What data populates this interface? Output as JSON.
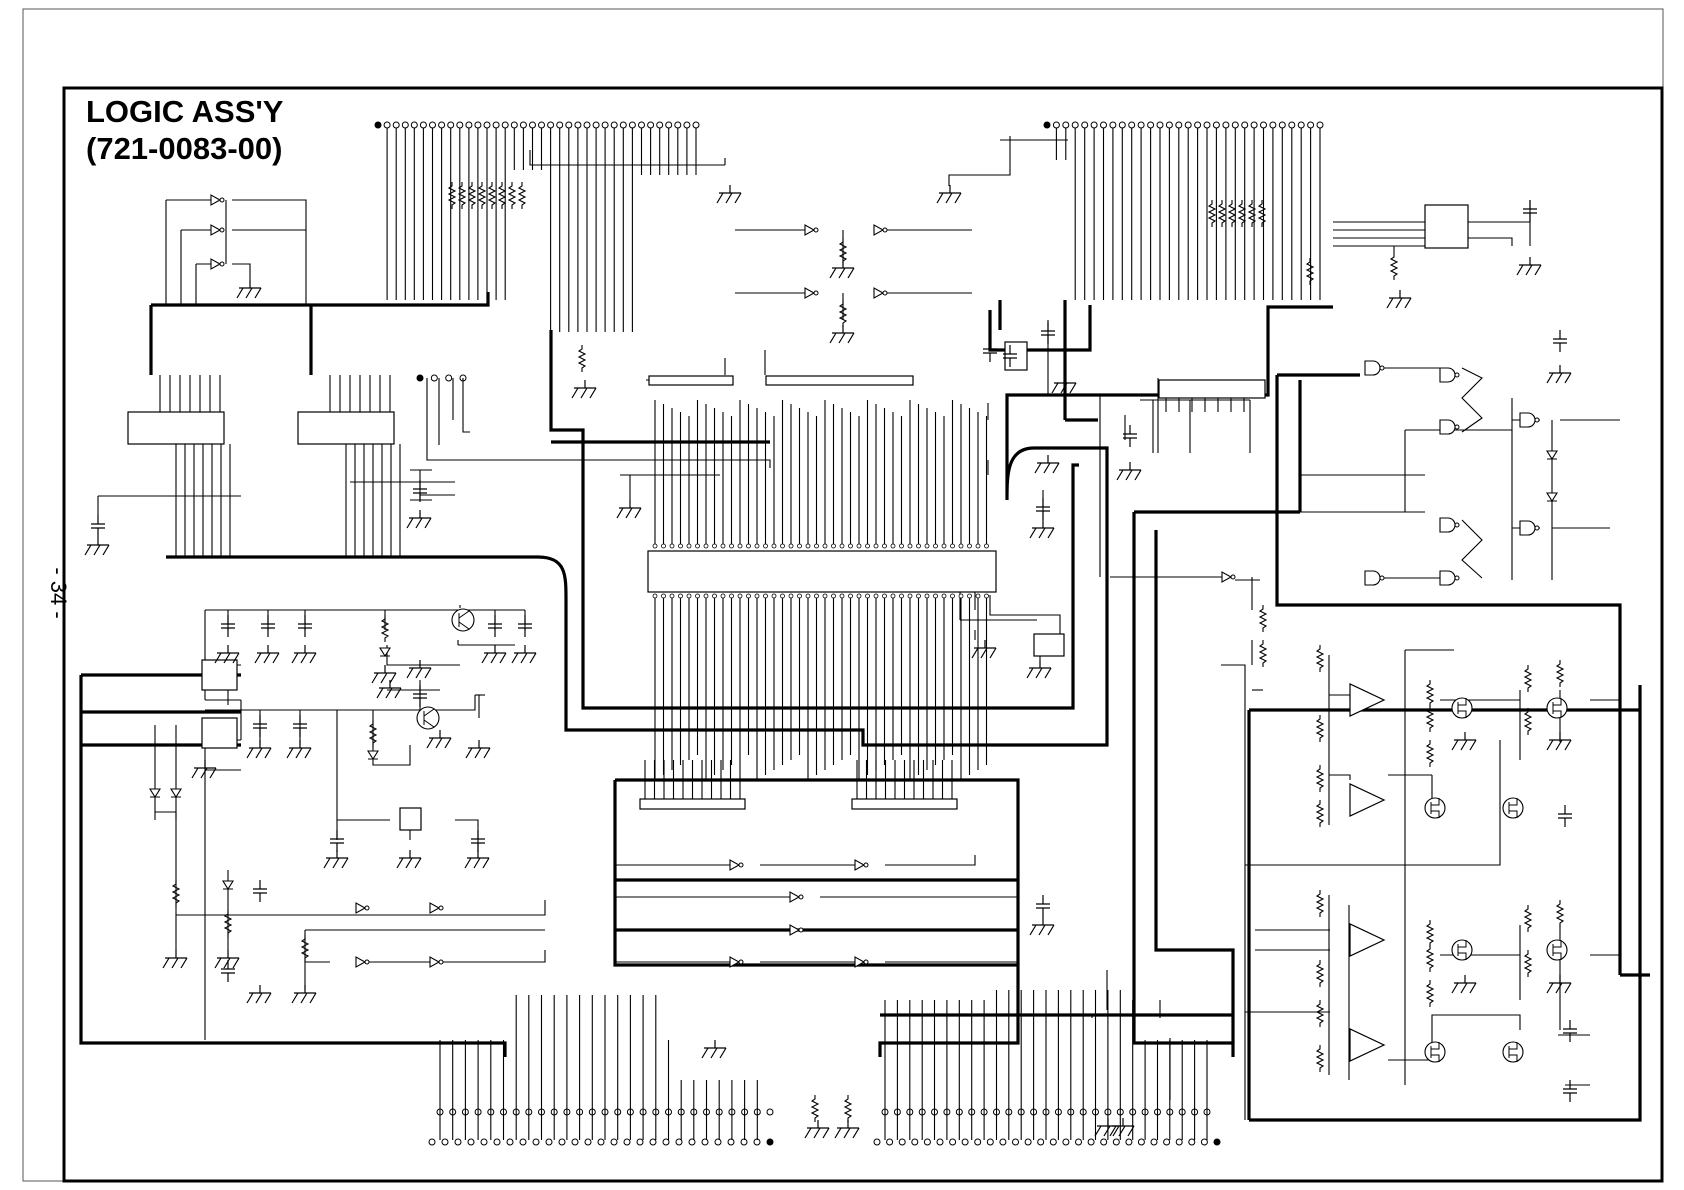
{
  "sheet": {
    "page_number": "- 34 -",
    "title_line1": "LOGIC ASS'Y",
    "title_line2": "(721-0083-00)"
  },
  "components": {
    "top_left_connector": "connector-pins-top-left",
    "top_right_connector": "connector-pins-top-right",
    "bottom_left_connector": "connector-pins-bottom-left",
    "bottom_right_connector": "connector-pins-bottom-right",
    "main_ic": "main-ic",
    "icons": {
      "inverter": "inverter-icon",
      "nand": "nand-gate-icon",
      "opamp": "opamp-icon",
      "transistor": "transistor-icon",
      "resistor": "resistor-icon",
      "capacitor": "capacitor-icon",
      "diode": "diode-icon",
      "ground": "ground-icon"
    }
  },
  "colors": {
    "ink": "#000000",
    "paper": "#ffffff"
  }
}
